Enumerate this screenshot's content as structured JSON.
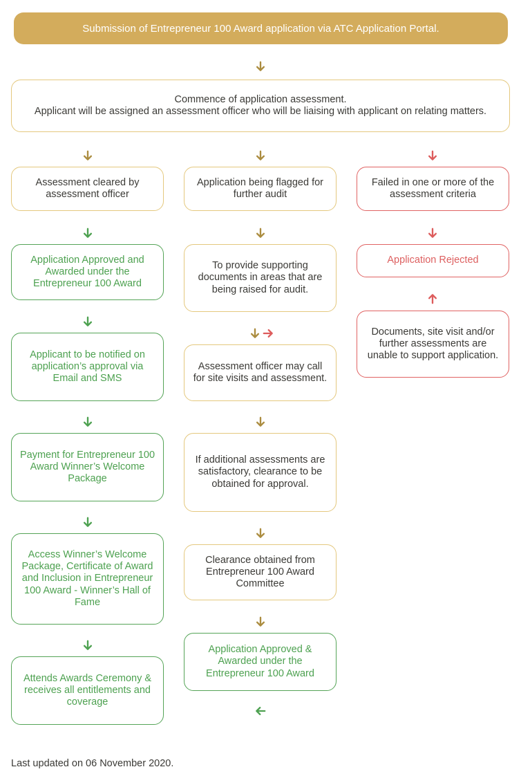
{
  "banner": {
    "text": "Submission of Entrepreneur 100 Award application via ATC Application Portal."
  },
  "intro": {
    "text": "Commence of application assessment.\nApplicant will be assigned an assessment officer who will be liaising with applicant on relating matters."
  },
  "approval_path": {
    "step1": "Assessment cleared by assessment officer",
    "step2": "Application Approved and Awarded under the Entrepreneur 100 Award",
    "step3": "Applicant to be notified on application’s approval via Email and SMS",
    "step4": "Payment for Entrepreneur 100 Award Winner’s Welcome Package",
    "step5": "Access Winner’s Welcome Package, Certificate of Award and Inclusion in Entrepreneur 100 Award - Winner’s Hall of Fame",
    "step6": "Attends Awards Ceremony & receives all entitlements and coverage"
  },
  "audit_path": {
    "step1": "Application being flagged for further audit",
    "step2": "To provide supporting documents in areas that are being raised for audit.",
    "step3": "Assessment officer may call for site visits and assessment.",
    "step4": "If additional assessments are satisfactory, clearance to be obtained for approval.",
    "step5": "Clearance obtained from Entrepreneur 100 Award Committee",
    "step6": "Application Approved & Awarded under the Entrepreneur 100 Award"
  },
  "rejection_path": {
    "step1": "Failed in one or more of the assessment criteria",
    "step2": "Application Rejected",
    "step3": "Documents, site visit and/or further assessments are unable to support application."
  },
  "footer": {
    "text": "Last updated on 06 November 2020."
  },
  "colors": {
    "gold_fill": "#d3ac5c",
    "gold_border": "#e4c87e",
    "gold_arrow": "#ab8c3f",
    "green": "#4da150",
    "red": "#dd5f5f",
    "dark_text": "#3b3a36"
  }
}
